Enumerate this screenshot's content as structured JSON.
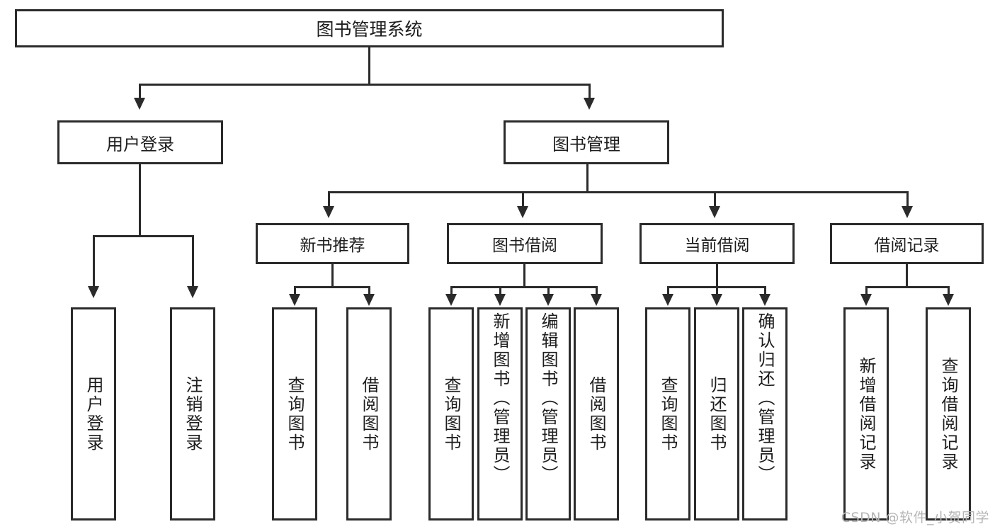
{
  "diagram": {
    "title": "图书管理系统",
    "type": "hierarchy-tree",
    "root": {
      "label": "图书管理系统"
    },
    "level1": [
      {
        "label": "用户登录"
      },
      {
        "label": "图书管理"
      }
    ],
    "level2": [
      {
        "label": "新书推荐"
      },
      {
        "label": "图书借阅"
      },
      {
        "label": "当前借阅"
      },
      {
        "label": "借阅记录"
      }
    ],
    "leaves": {
      "user_login": [
        {
          "label": "用户登录"
        },
        {
          "label": "注销登录"
        }
      ],
      "new_book_recommend": [
        {
          "label": "查询图书"
        },
        {
          "label": "借阅图书"
        }
      ],
      "book_borrow": [
        {
          "label": "查询图书"
        },
        {
          "label": "新增图书（管理员）"
        },
        {
          "label": "编辑图书（管理员）"
        },
        {
          "label": "借阅图书"
        }
      ],
      "current_borrow": [
        {
          "label": "查询图书"
        },
        {
          "label": "归还图书"
        },
        {
          "label": "确认归还（管理员）"
        }
      ],
      "borrow_record": [
        {
          "label": "新增借阅记录"
        },
        {
          "label": "查询借阅记录"
        }
      ]
    }
  },
  "watermark": {
    "text": "CSDN @软件_小贺同学"
  },
  "colors": {
    "stroke": "#2b2b2b",
    "fill": "#ffffff",
    "text": "#1d1d1d",
    "watermark": "#b5b5b5"
  }
}
